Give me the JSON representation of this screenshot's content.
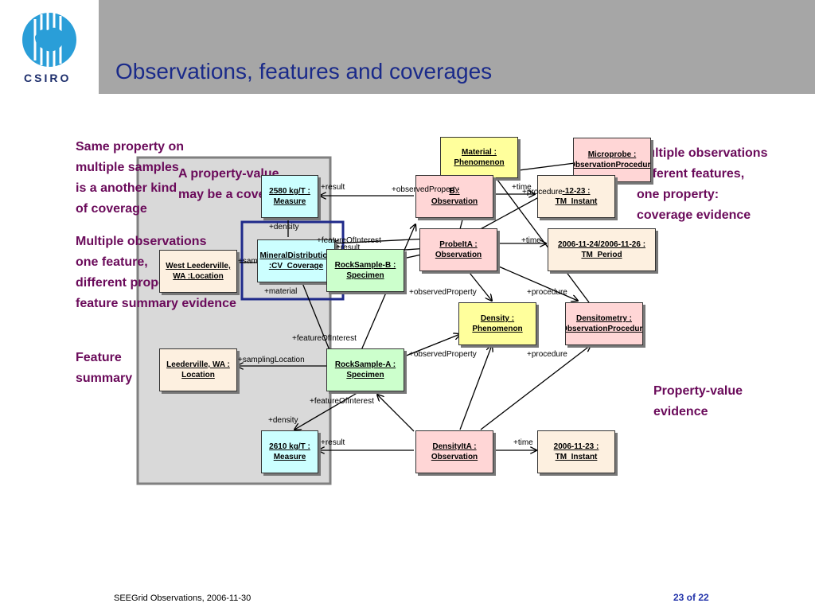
{
  "header": {
    "title": "Observations, features and coverages",
    "logo_text": "CSIRO"
  },
  "notes": {
    "same_property": "Same property on\nmultiple samples\nis a another kind\nof coverage",
    "property_value_coverage": "A property-value\nmay be a coverage",
    "multi_obs_one_feature": "Multiple observations\none feature,\ndifferent properties:\nfeature summary evidence",
    "feature_summary": "Feature\nsummary",
    "multi_obs_diff_features": "Multiple observations\ndifferent features,\none property:\ncoverage evidence",
    "property_value_evidence": "Property-value\nevidence"
  },
  "nodes": {
    "material": "Material :\nPhenomenon",
    "microprobe": "Microprobe :\nObservationProcedure",
    "m2580": "2580 kg/T :\nMeasure",
    "obs_b": "B :\nObservation",
    "t1223": "-12-23 :\nTM_Instant",
    "mineral": "MineralDistribution\n:CV_Coverage",
    "west": "West Leederville,\nWA :Location",
    "rockb": "RockSample-B :\nSpecimen",
    "probeita": "ProbeItA :\nObservation",
    "period": "2006-11-24/2006-11-26 :\nTM_Period",
    "density": "Density :\nPhenomenon",
    "densitometry": "Densitometry :\nObservationProcedure",
    "leederville": "Leederville, WA :\nLocation",
    "rocka": "RockSample-A :\nSpecimen",
    "m2610": "2610 kg/T :\nMeasure",
    "densityita": "DensityItA :\nObservation",
    "t1123": "2006-11-23 :\nTM_Instant"
  },
  "labels": {
    "result1": "+result",
    "observedProperty1": "+observedProperty",
    "time1": "+time",
    "procedure1": "+procedure",
    "density1": "+density",
    "featureOfInterest1": "+featureOfInterest",
    "result2": "+result",
    "sam": "+sam",
    "time2": "+time",
    "material": "+material",
    "observedProperty2": "+observedProperty",
    "procedure2": "+procedure",
    "featureOfInterest2": "+featureOfInterest",
    "samplingLocation": "+samplingLocation",
    "observedProperty3": "+observedProperty",
    "procedure3": "+procedure",
    "featureOfInterest3": "+featureOfInterest",
    "density2": "+density",
    "result3": "+result",
    "time3": "+time"
  },
  "footer": {
    "text": "SEEGrid Observations, 2006-11-30",
    "page": "23 of  22"
  },
  "colors": {
    "header_band": "#a6a6a6",
    "title": "#1a2a8a",
    "note": "#6a0a5a",
    "coverage_border": "#1f2a8a",
    "panel": "#d9d9d9",
    "logo_blue": "#2a9ed8"
  }
}
